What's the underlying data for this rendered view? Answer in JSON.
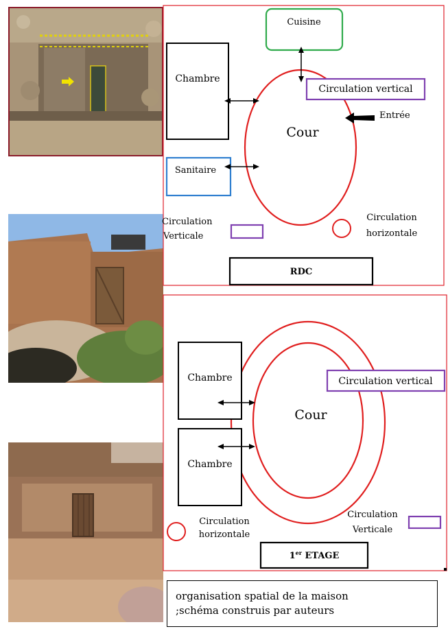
{
  "diagram_rdc": {
    "floor_label": "RDC",
    "labels": {
      "cuisine": "Cuisine",
      "chambre": "Chambre",
      "circulation_vertical": "Circulation vertical",
      "entree": "Entrée",
      "cour": "Cour",
      "sanitaire": "Sanitaire",
      "legend_vertical_line1": "Circulation",
      "legend_vertical_line2": "Verticale",
      "legend_horizontal_line1": "Circulation",
      "legend_horizontal_line2": "horizontale"
    }
  },
  "diagram_etage": {
    "floor_label_main": "1",
    "floor_label_sup": "er",
    "floor_label_rest": " ETAGE",
    "labels": {
      "chambre_top": "Chambre",
      "chambre_bottom": "Chambre",
      "circulation_vertical": "Circulation vertical",
      "cour": "Cour",
      "legend_horizontal_line1": "Circulation",
      "legend_horizontal_line2": "horizontale",
      "legend_vertical_line1": "Circulation",
      "legend_vertical_line2": "Verticale"
    }
  },
  "caption": {
    "line1": "organisation spatial de la maison",
    "line2": ";schéma construis par auteurs"
  },
  "colors": {
    "frame_red": "#e0202a",
    "ellipse_red": "#e01e1e",
    "kitchen_green": "#2eaa4a",
    "vertical_purple": "#7e3fb0",
    "sanitary_blue": "#2f7fd0"
  },
  "photos": [
    {
      "subject": "stone-doorway-photo"
    },
    {
      "subject": "mud-brick-house-photo"
    },
    {
      "subject": "earthen-wall-door-photo"
    }
  ]
}
